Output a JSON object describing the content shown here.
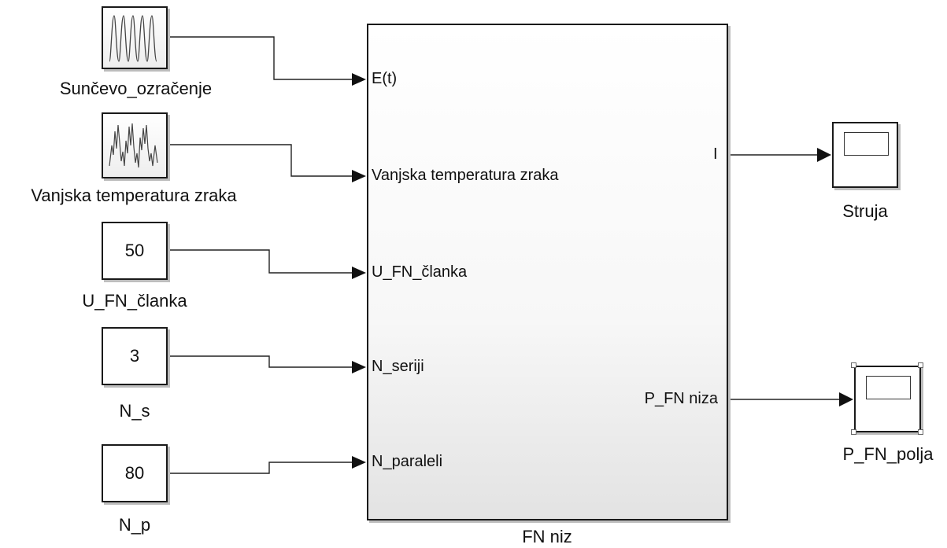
{
  "sources": {
    "irradiance": {
      "label": "Sunčevo_ozračenje"
    },
    "air_temp": {
      "label": "Vanjska temperatura zraka"
    },
    "u_cell": {
      "label": "U_FN_članka",
      "value": "50"
    },
    "n_s": {
      "label": "N_s",
      "value": "3"
    },
    "n_p": {
      "label": "N_p",
      "value": "80"
    }
  },
  "subsystem": {
    "label": "FN niz",
    "inputs": [
      "E(t)",
      "Vanjska temperatura zraka",
      "U_FN_članka",
      "N_seriji",
      "N_paraleli"
    ],
    "outputs": [
      "I",
      "P_FN niza"
    ]
  },
  "sinks": {
    "current_scope": {
      "label": "Struja"
    },
    "power_scope": {
      "label": "P_FN_polja"
    }
  }
}
